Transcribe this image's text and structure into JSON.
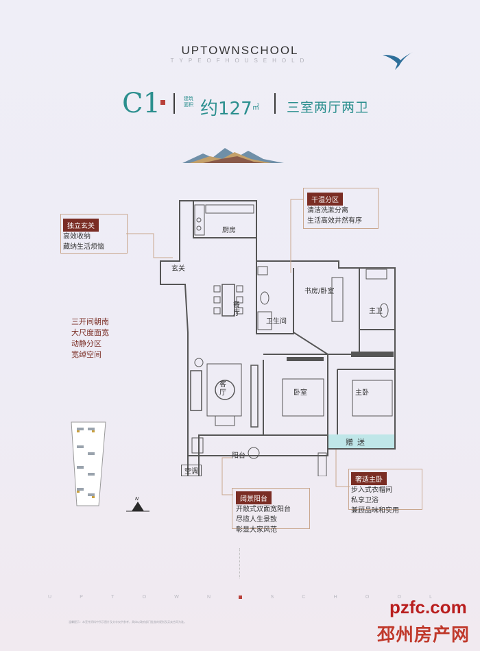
{
  "header": {
    "brand": "UPTOWNSCHOOL",
    "brand_sub": "TYPEOFHOUSEHOLD",
    "type_code": "C1",
    "area_label": "建筑面积",
    "area_value": "约127",
    "area_unit": "㎡",
    "rooms": "三室两厅两卫"
  },
  "callouts": {
    "foyer": {
      "title": "独立玄关",
      "lines": [
        "高效收纳",
        "藏纳生活烦恼"
      ]
    },
    "wetdry": {
      "title": "干湿分区",
      "lines": [
        "清洁洗漱分离",
        "生活高效井然有序"
      ]
    },
    "balcony": {
      "title": "阔景阳台",
      "lines": [
        "开敞式双面宽阳台",
        "尽揽人生景致",
        "彰显大家风范"
      ]
    },
    "master": {
      "title": "奢适主卧",
      "lines": [
        "步入式衣帽间",
        "私享卫浴",
        "兼顾品味和实用"
      ]
    }
  },
  "features": [
    "三开间朝南",
    "大尺度面宽",
    "动静分区",
    "宽绰空间"
  ],
  "rooms": {
    "kitchen": "厨房",
    "foyer": "玄关",
    "dining": "餐厅",
    "living": "客厅",
    "bath": "卫生间",
    "study": "书房/卧室",
    "master_bath": "主卫",
    "bedroom": "卧室",
    "master": "主卧",
    "balcony": "阳台",
    "gift": "赠送",
    "ac": "空调"
  },
  "compass": "N",
  "footer": {
    "letters": [
      "U",
      "P",
      "T",
      "O",
      "W",
      "N",
      "S",
      "C",
      "H",
      "O",
      "O",
      "L"
    ],
    "disclaimer": "温馨提示：本宣传资料中所示图片及文字仅供参考，具体以政府部门批准的规划及买卖合同为准。"
  },
  "watermark": {
    "domain": "pzfc.com",
    "name": "邳州房产网"
  },
  "colors": {
    "accent": "#2b8f8e",
    "brown": "#7a2d24",
    "gift": "#bfe6e8"
  }
}
